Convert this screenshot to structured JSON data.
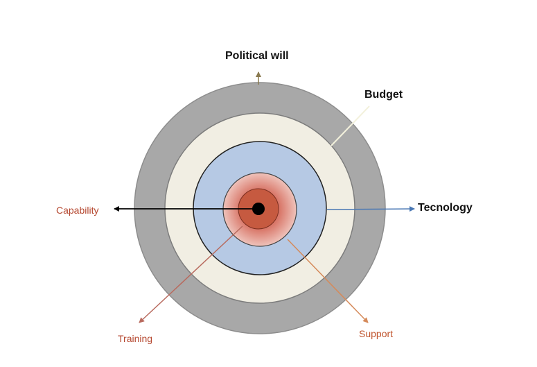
{
  "labels": {
    "political_will": "Political will",
    "budget": "Budget",
    "tecnology": "Tecnology",
    "capability": "Capability",
    "training": "Training",
    "support": "Support"
  },
  "colors": {
    "outer_ring": "#a8a8a8",
    "budget_ring": "#f1eee3",
    "tech_ring": "#b6c9e4",
    "support_ring": "#e9b3aa",
    "core": "#c65a40",
    "center_dot": "#000000",
    "tech_arrow": "#4a78b4",
    "capability_arrow": "#000000",
    "training_arrow": "#b86a5e",
    "support_arrow": "#d58a5a",
    "budget_line": "#f3f1dc",
    "political_arrow": "#8a7a50"
  }
}
